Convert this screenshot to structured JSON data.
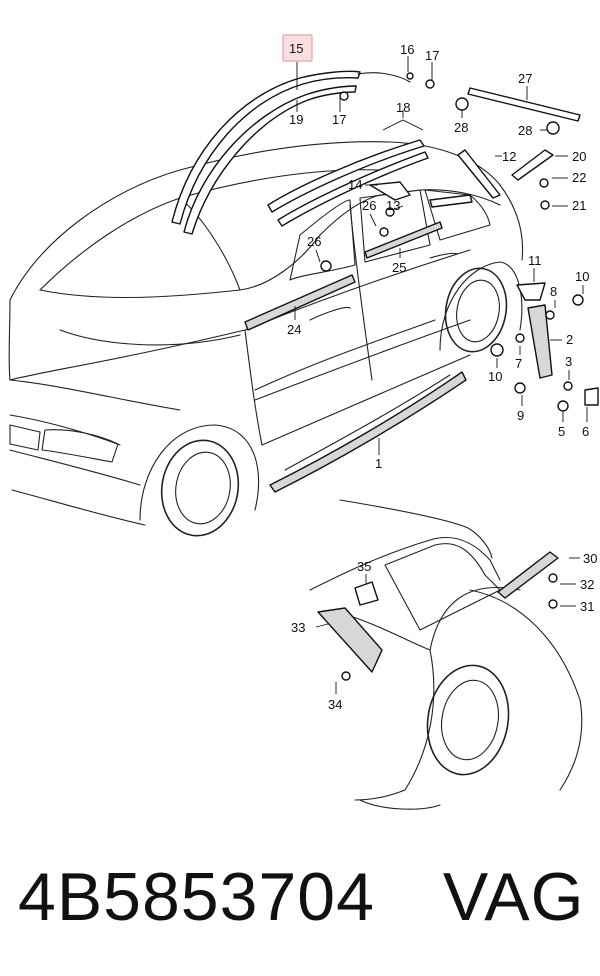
{
  "highlighted_callout": "15",
  "callouts": [
    "1",
    "2",
    "3",
    "5",
    "6",
    "7",
    "8",
    "9",
    "10",
    "10",
    "11",
    "12",
    "13",
    "14",
    "15",
    "16",
    "17",
    "17",
    "18",
    "19",
    "20",
    "21",
    "22",
    "24",
    "25",
    "26",
    "26",
    "27",
    "28",
    "28",
    "30",
    "31",
    "32",
    "33",
    "34",
    "35"
  ],
  "footer": {
    "part_number": "4B5853704",
    "brand": "VAG"
  },
  "colors": {
    "highlight_fill": "#f9dfe2",
    "highlight_border": "#e3a3ac",
    "line": "#222222"
  }
}
